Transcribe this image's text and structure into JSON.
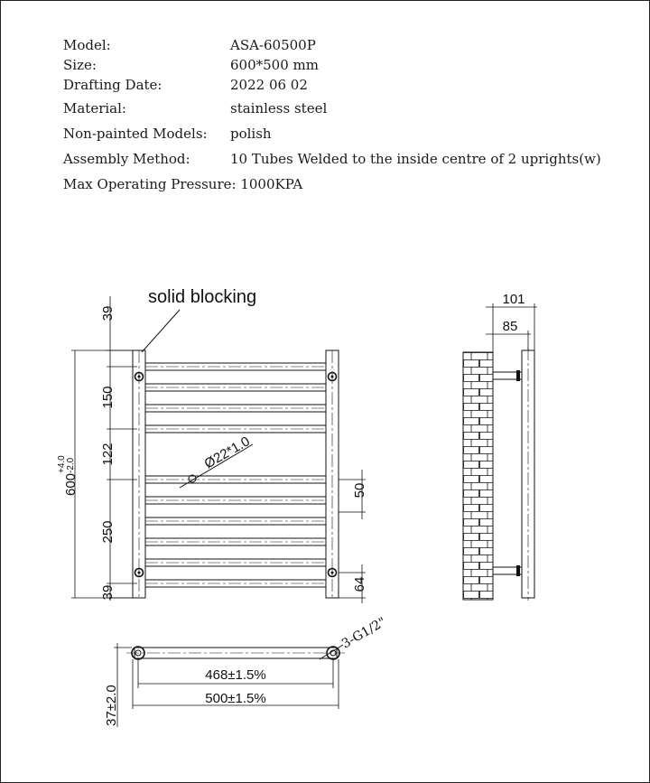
{
  "specs": {
    "model_label": "Model:",
    "model_value": "ASA-60500P",
    "size_label": "Size:",
    "size_value": "600*500 mm",
    "date_label": "Drafting Date:",
    "date_value": "2022 06 02",
    "material_label": "Material:",
    "material_value": "stainless steel",
    "nonpainted_label": "Non-painted Models:",
    "nonpainted_value": "polish",
    "assembly_label": "Assembly Method:",
    "assembly_value": "10 Tubes Welded to the inside centre of 2 uprights(w)",
    "pressure_text": "Max Operating Pressure: 1000KPA"
  },
  "front_view": {
    "annotation": "solid blocking",
    "dim_top": "39",
    "dim_150": "150",
    "dim_122": "122",
    "dim_250": "250",
    "dim_bottom": "39",
    "dim_height_main": "600",
    "dim_height_tol_upper": "+4.0",
    "dim_height_tol_lower": "-2.0",
    "tube_diameter": "Ø22*1.0",
    "dim_right_50": "50",
    "dim_right_64": "64"
  },
  "side_view": {
    "dim_101": "101",
    "dim_85": "85"
  },
  "bottom_view": {
    "connection": "3-G1/2\"",
    "dim_468": "468±1.5%",
    "dim_500": "500±1.5%",
    "dim_37": "37±2.0"
  }
}
